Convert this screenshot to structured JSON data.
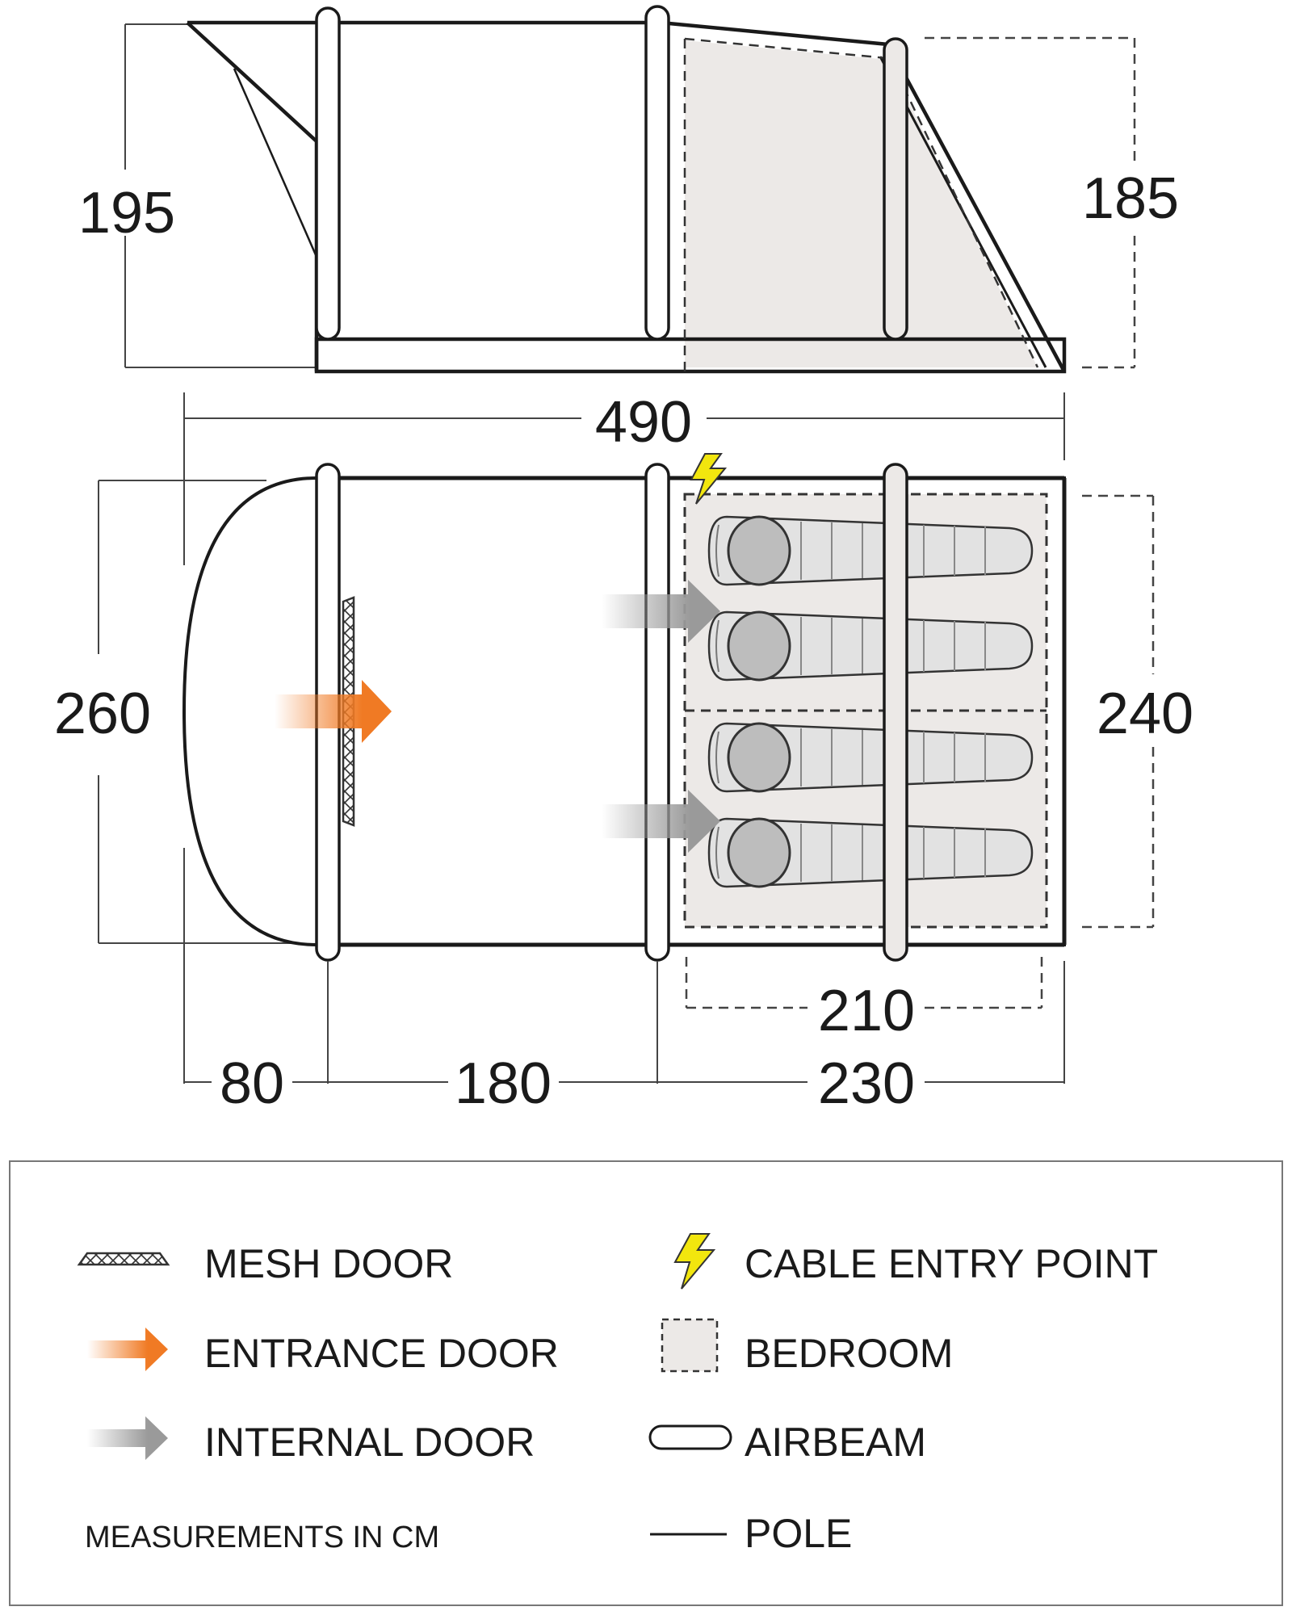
{
  "side_view": {
    "dimensions": {
      "height_front": "195",
      "height_rear": "185",
      "length_total": "490"
    }
  },
  "floor_plan": {
    "dimensions": {
      "width_total": "260",
      "bedroom_width": "240",
      "bedroom_length": "210",
      "porch_length": "80",
      "living_length": "180",
      "rear_section_length": "230"
    }
  },
  "legend": {
    "items": [
      {
        "icon": "mesh-door-icon",
        "label": "MESH DOOR"
      },
      {
        "icon": "entrance-door-arrow-icon",
        "label": "ENTRANCE DOOR"
      },
      {
        "icon": "internal-door-arrow-icon",
        "label": "INTERNAL DOOR"
      },
      {
        "icon": "lightning-bolt-icon",
        "label": "CABLE ENTRY POINT"
      },
      {
        "icon": "bedroom-area-icon",
        "label": "BEDROOM"
      },
      {
        "icon": "airbeam-icon",
        "label": "AIRBEAM"
      },
      {
        "icon": "pole-line-icon",
        "label": "POLE"
      }
    ],
    "units_note": "MEASUREMENTS IN CM"
  },
  "colors": {
    "outline": "#1a1a1a",
    "bedroom_fill": "#ece9e7",
    "entrance_arrow": "#f07a24",
    "internal_arrow": "#9a9a9a",
    "cable_bolt": "#f2e60e",
    "sleeping_bag": "#dcdcdc"
  }
}
